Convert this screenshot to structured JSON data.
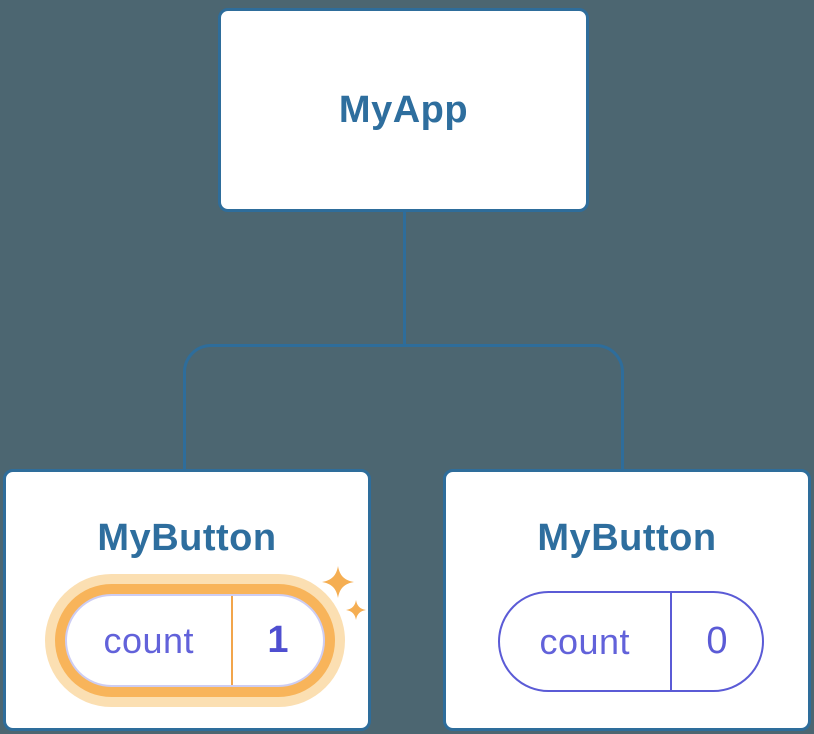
{
  "diagram": {
    "title": "component-tree",
    "background_color": "#4C6671",
    "colors": {
      "node_border_blue": "#2E6D9B",
      "node_label_blue": "#2E6E9E",
      "state_purple": "#5B5BD6",
      "highlight_orange": "#F8B45A",
      "highlight_halo": "#FBDFB2",
      "sparkle_orange": "#F5AE52"
    },
    "root": {
      "label": "MyApp"
    },
    "children": [
      {
        "label": "MyButton",
        "highlighted": true,
        "state": {
          "key": "count",
          "value": "1"
        }
      },
      {
        "label": "MyButton",
        "highlighted": false,
        "state": {
          "key": "count",
          "value": "0"
        }
      }
    ]
  }
}
